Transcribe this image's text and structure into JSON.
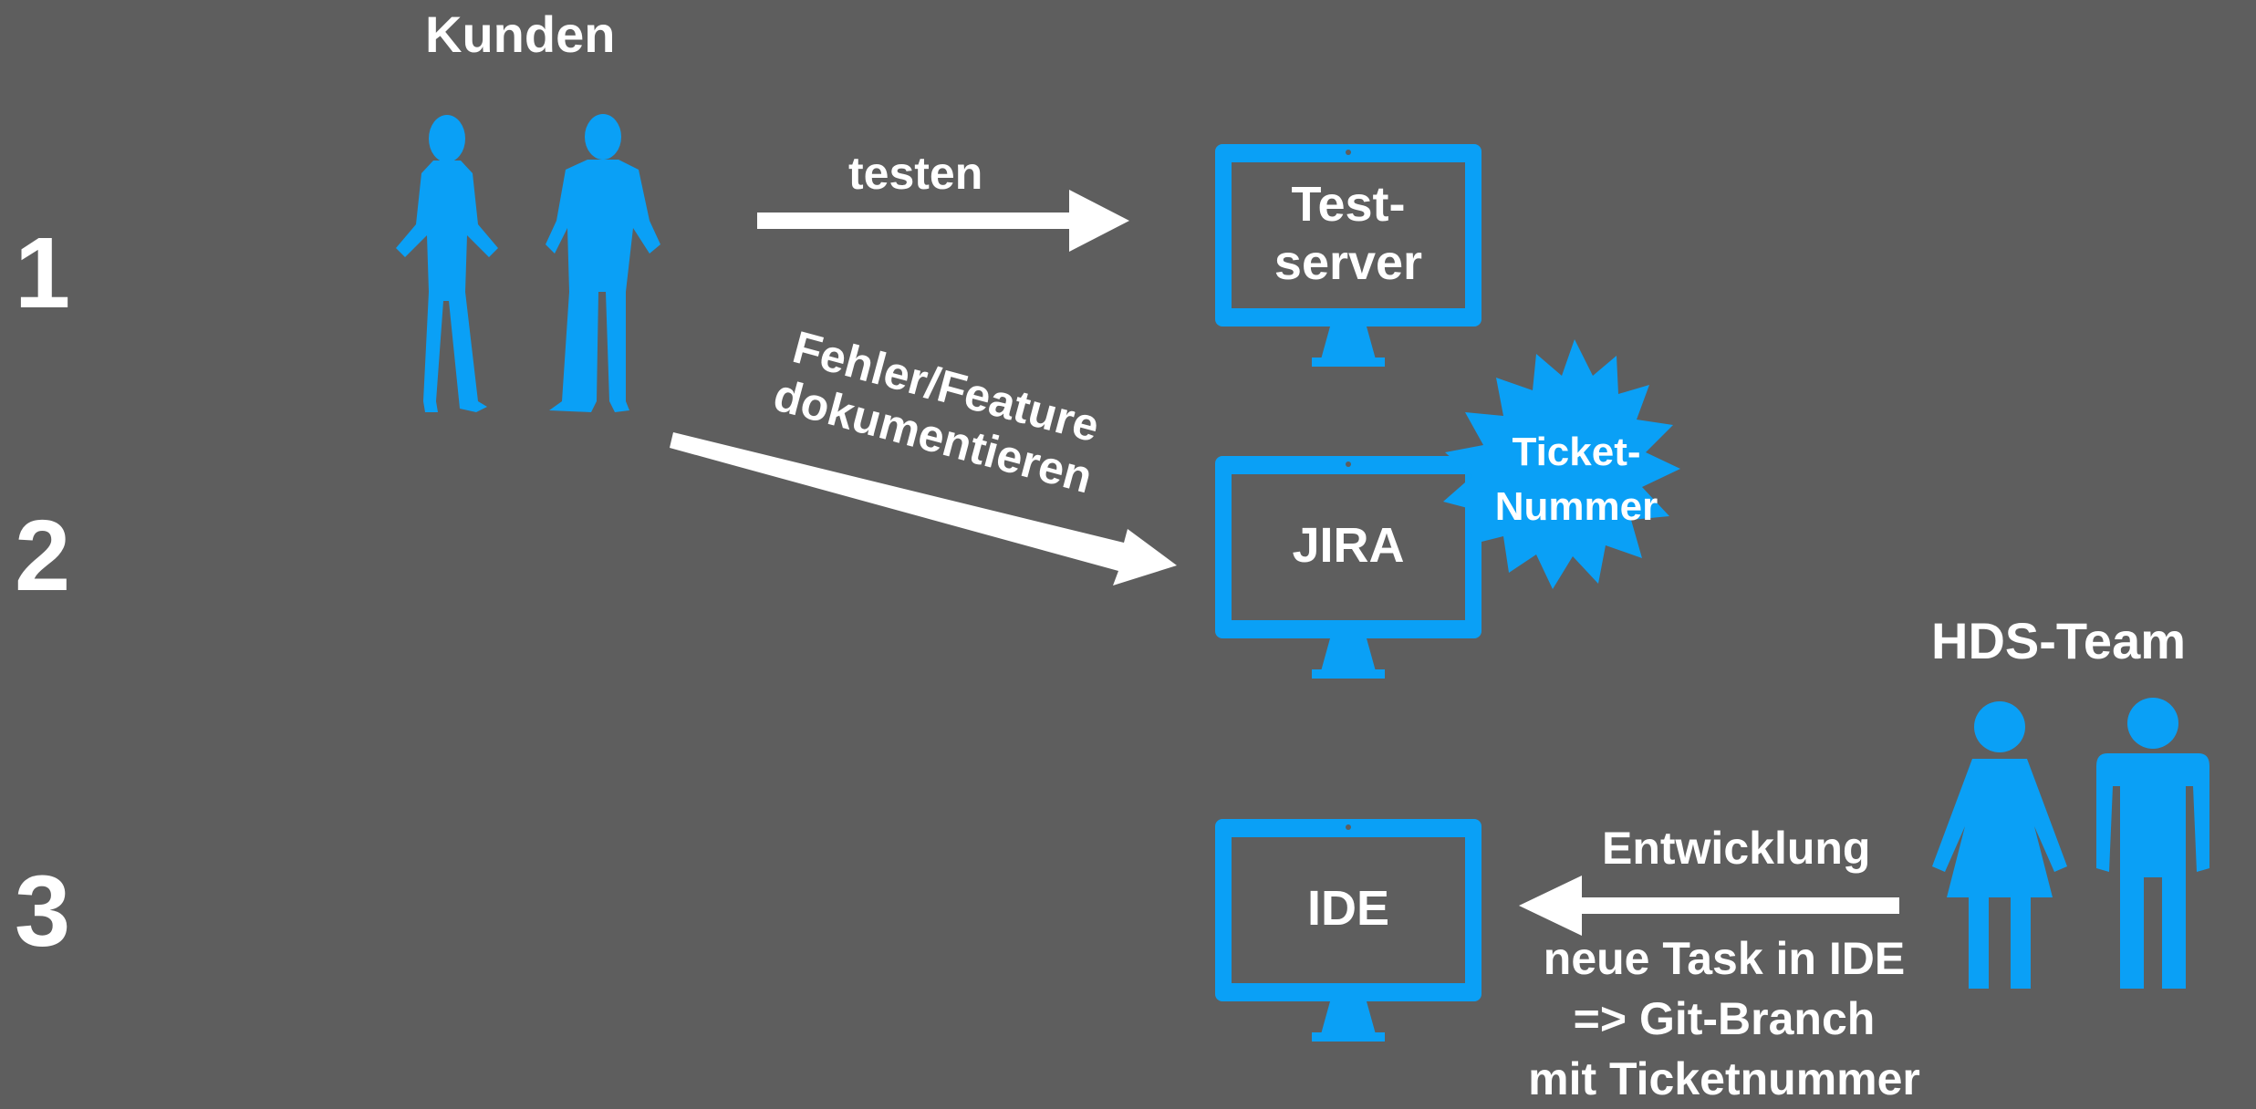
{
  "steps": [
    "1",
    "2",
    "3"
  ],
  "groups": {
    "customers": "Kunden",
    "team": "HDS-Team"
  },
  "arrows": {
    "test": "testen",
    "document_line1": "Fehler/Feature",
    "document_line2": "dokumentieren",
    "development": "Entwicklung"
  },
  "screens": {
    "testserver_line1": "Test-",
    "testserver_line2": "server",
    "jira": "JIRA",
    "ide": "IDE"
  },
  "ticket": {
    "line1": "Ticket-",
    "line2": "Nummer"
  },
  "notes": {
    "line1": "neue Task in IDE",
    "line2": "=> Git-Branch",
    "line3": "mit Ticketnummer"
  },
  "colors": {
    "background": "#5e5e5e",
    "accent": "#0aa0f6",
    "text": "#ffffff"
  }
}
